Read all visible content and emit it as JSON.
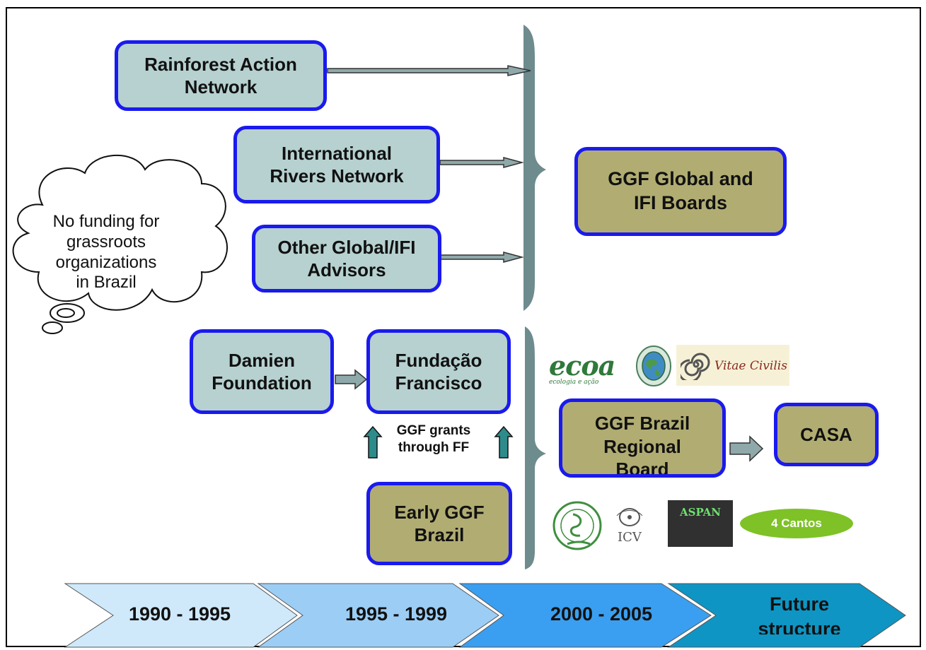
{
  "boxes": {
    "ran": "Rainforest Action\nNetwork",
    "irn": "International\nRivers Network",
    "other": "Other Global/IFI\nAdvisors",
    "ggf_global": "GGF Global and\nIFI Boards",
    "damien": "Damien\nFoundation",
    "fundacao": "Fundação\nFrancisco",
    "early_ggf": "Early GGF\nBrazil",
    "ggf_brazil": "GGF Brazil\nRegional\nBoard",
    "casa": "CASA"
  },
  "cloud": {
    "text": "No funding for\ngrassroots\norganizations\nin Brazil"
  },
  "grants_note": "GGF grants\nthrough FF",
  "logos": {
    "ecoa": "ecoa",
    "ecoa_sub": "ecologia e ação",
    "vitae": "Vitae Civilis",
    "icv": "ICV",
    "aspan": "ASPAN",
    "cantos": "4 Cantos"
  },
  "timeline": [
    {
      "label": "1990 - 1995"
    },
    {
      "label": "1995 - 1999"
    },
    {
      "label": "2000 - 2005"
    },
    {
      "label": "Future\nstructure"
    }
  ],
  "colors": {
    "box_border": "#1a1aee",
    "box_blue": "#b6d1d0",
    "box_olive": "#b1ad72",
    "bracket": "#6e8b8e",
    "teal_arrow": "#2e8b8b",
    "tl_1": "#cfe9fb",
    "tl_2": "#9ccdf5",
    "tl_3": "#3a9ff0",
    "tl_4": "#0e95c4"
  }
}
